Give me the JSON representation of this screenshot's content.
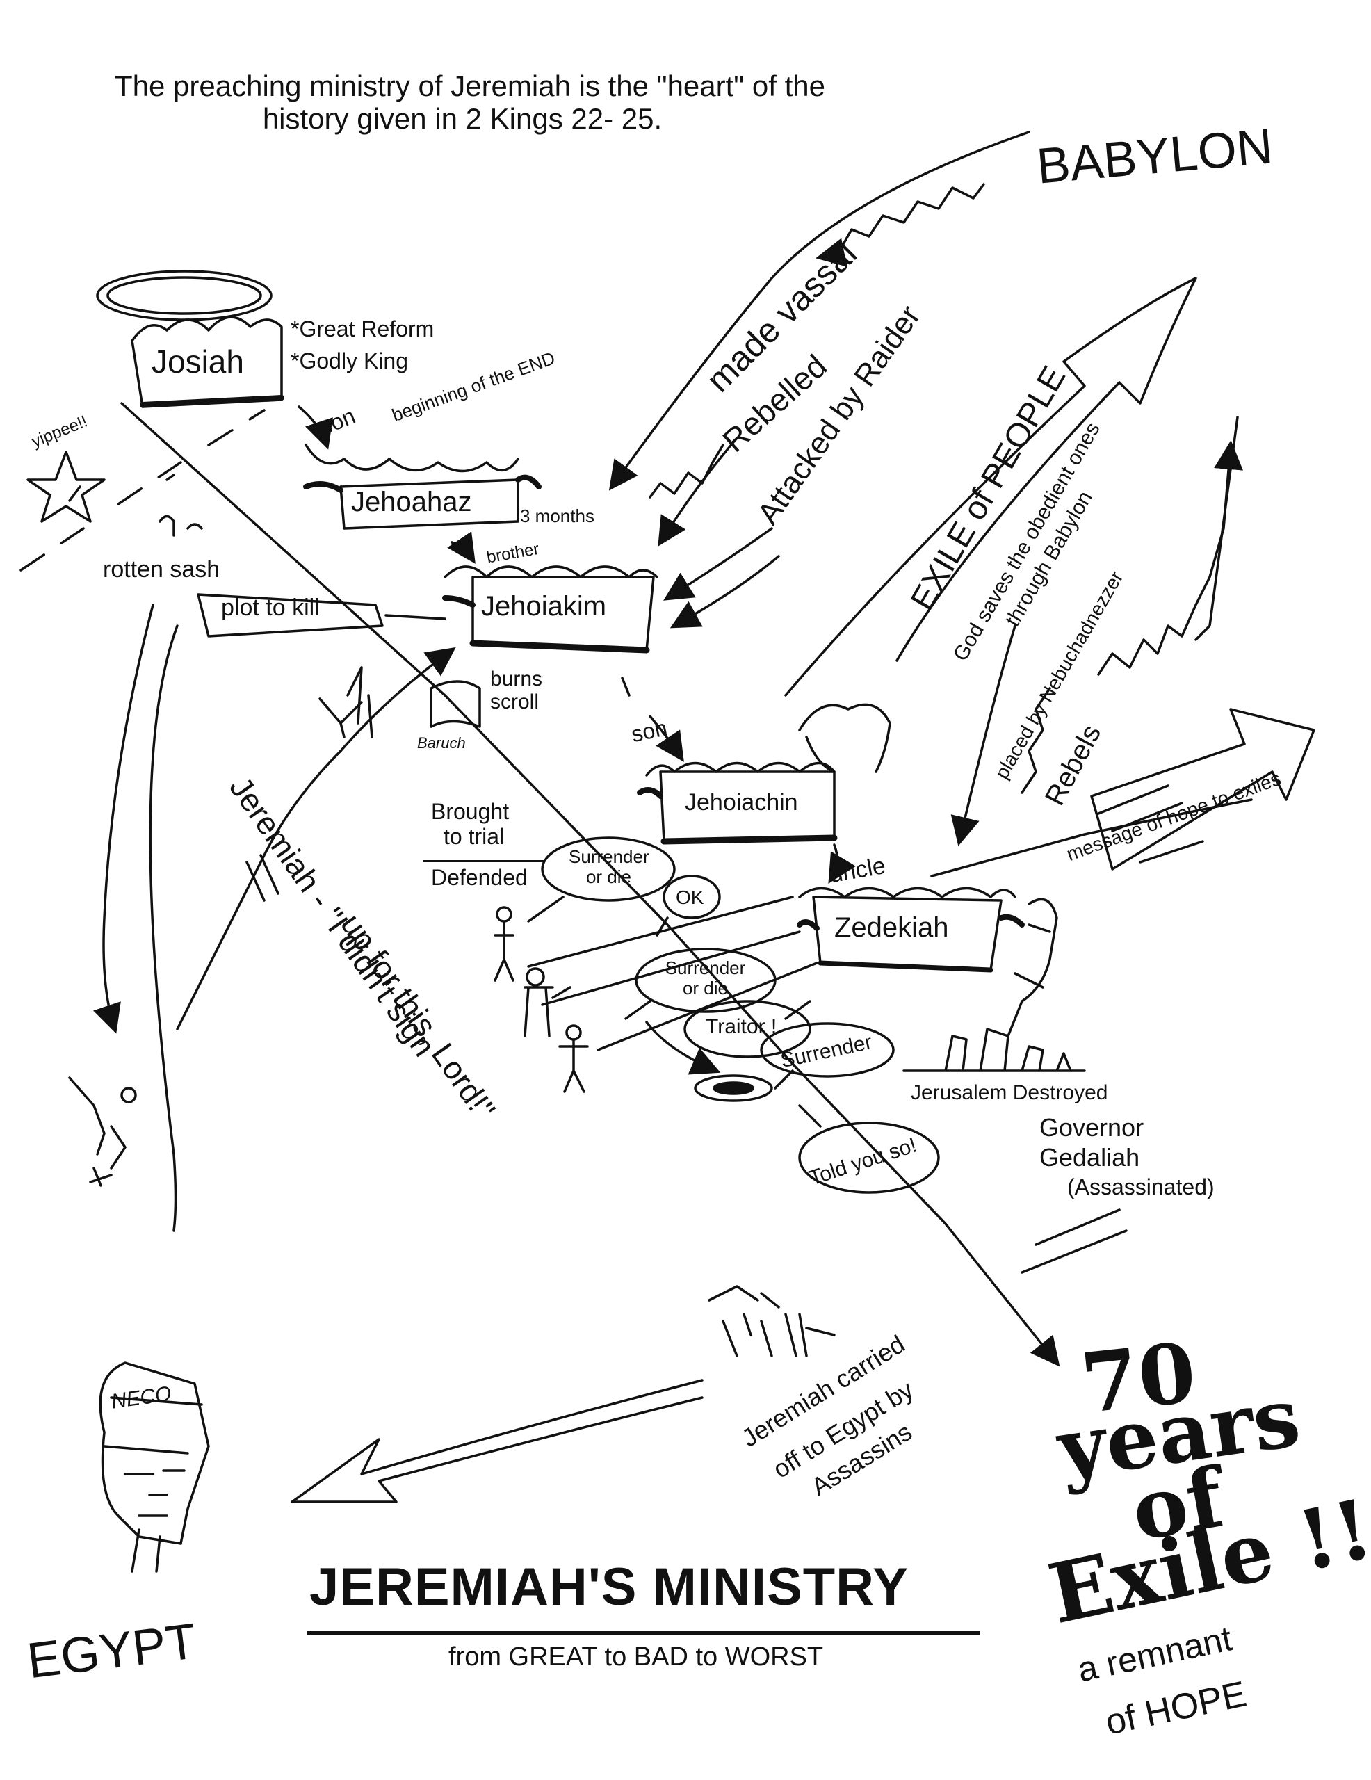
{
  "intro": {
    "line1": "The preaching ministry of Jeremiah is the \"heart\" of the",
    "line2": "history given in 2 Kings 22- 25."
  },
  "places": {
    "babylon": "BABYLON",
    "egypt": "EGYPT",
    "neco": "NECO"
  },
  "kings": {
    "josiah": "Josiah",
    "jehoahaz": "Jehoahaz",
    "jehoiakim": "Jehoiakim",
    "jehoiachin": "Jehoiachin",
    "zedekiah": "Zedekiah"
  },
  "josiah_notes": {
    "reform": "*Great Reform",
    "godly": "*Godly King"
  },
  "relations": {
    "son1": "son",
    "beginning_end": "beginning of the END",
    "three_months": "3 months",
    "brother": "brother",
    "son2": "son",
    "uncle": "uncle"
  },
  "babylon_arrows": {
    "vassal": "made vassal",
    "rebelled": "Rebelled",
    "raider": "Attacked by Raider"
  },
  "exile": {
    "people": "EXILE of PEOPLE",
    "god_saves_1": "God saves the obedient ones",
    "god_saves_2": "through Babylon",
    "placed_by": "placed by Nebuchadnezzer",
    "rebels": "Rebels",
    "hope": "message of hope to exiles"
  },
  "left_notes": {
    "yippee": "yippee!!",
    "rotten_sash": "rotten sash",
    "plot": "plot to kill",
    "burns_1": "burns",
    "burns_2": "scroll",
    "baruch": "Baruch",
    "brought_1": "Brought",
    "brought_2": "to trial",
    "defended": "Defended"
  },
  "jeremiah_quote": {
    "line1": "Jeremiah - \"I didn't sign",
    "line2": "up for this, Lord!\""
  },
  "bubbles": {
    "surrender_die_1a": "Surrender",
    "surrender_die_1b": "or die",
    "ok": "OK",
    "surrender_die_2a": "Surrender",
    "surrender_die_2b": "or die",
    "traitor": "Traitor !",
    "surrender": "Surrender",
    "told": "Told you so!"
  },
  "jerusalem": {
    "destroyed": "Jerusalem Destroyed",
    "governor_1": "Governor",
    "governor_2": "Gedaliah",
    "assassinated": "(Assassinated)"
  },
  "carried": {
    "line1": "Jeremiah carried",
    "line2": "off to Egypt by",
    "line3": "Assassins"
  },
  "seventy": {
    "n": "70",
    "years": "years",
    "of": "of",
    "exile": "Exile !!",
    "remnant": "a remnant",
    "hope": "of HOPE"
  },
  "footer": {
    "title": "JEREMIAH'S MINISTRY",
    "subtitle": "from GREAT to BAD to WORST"
  }
}
